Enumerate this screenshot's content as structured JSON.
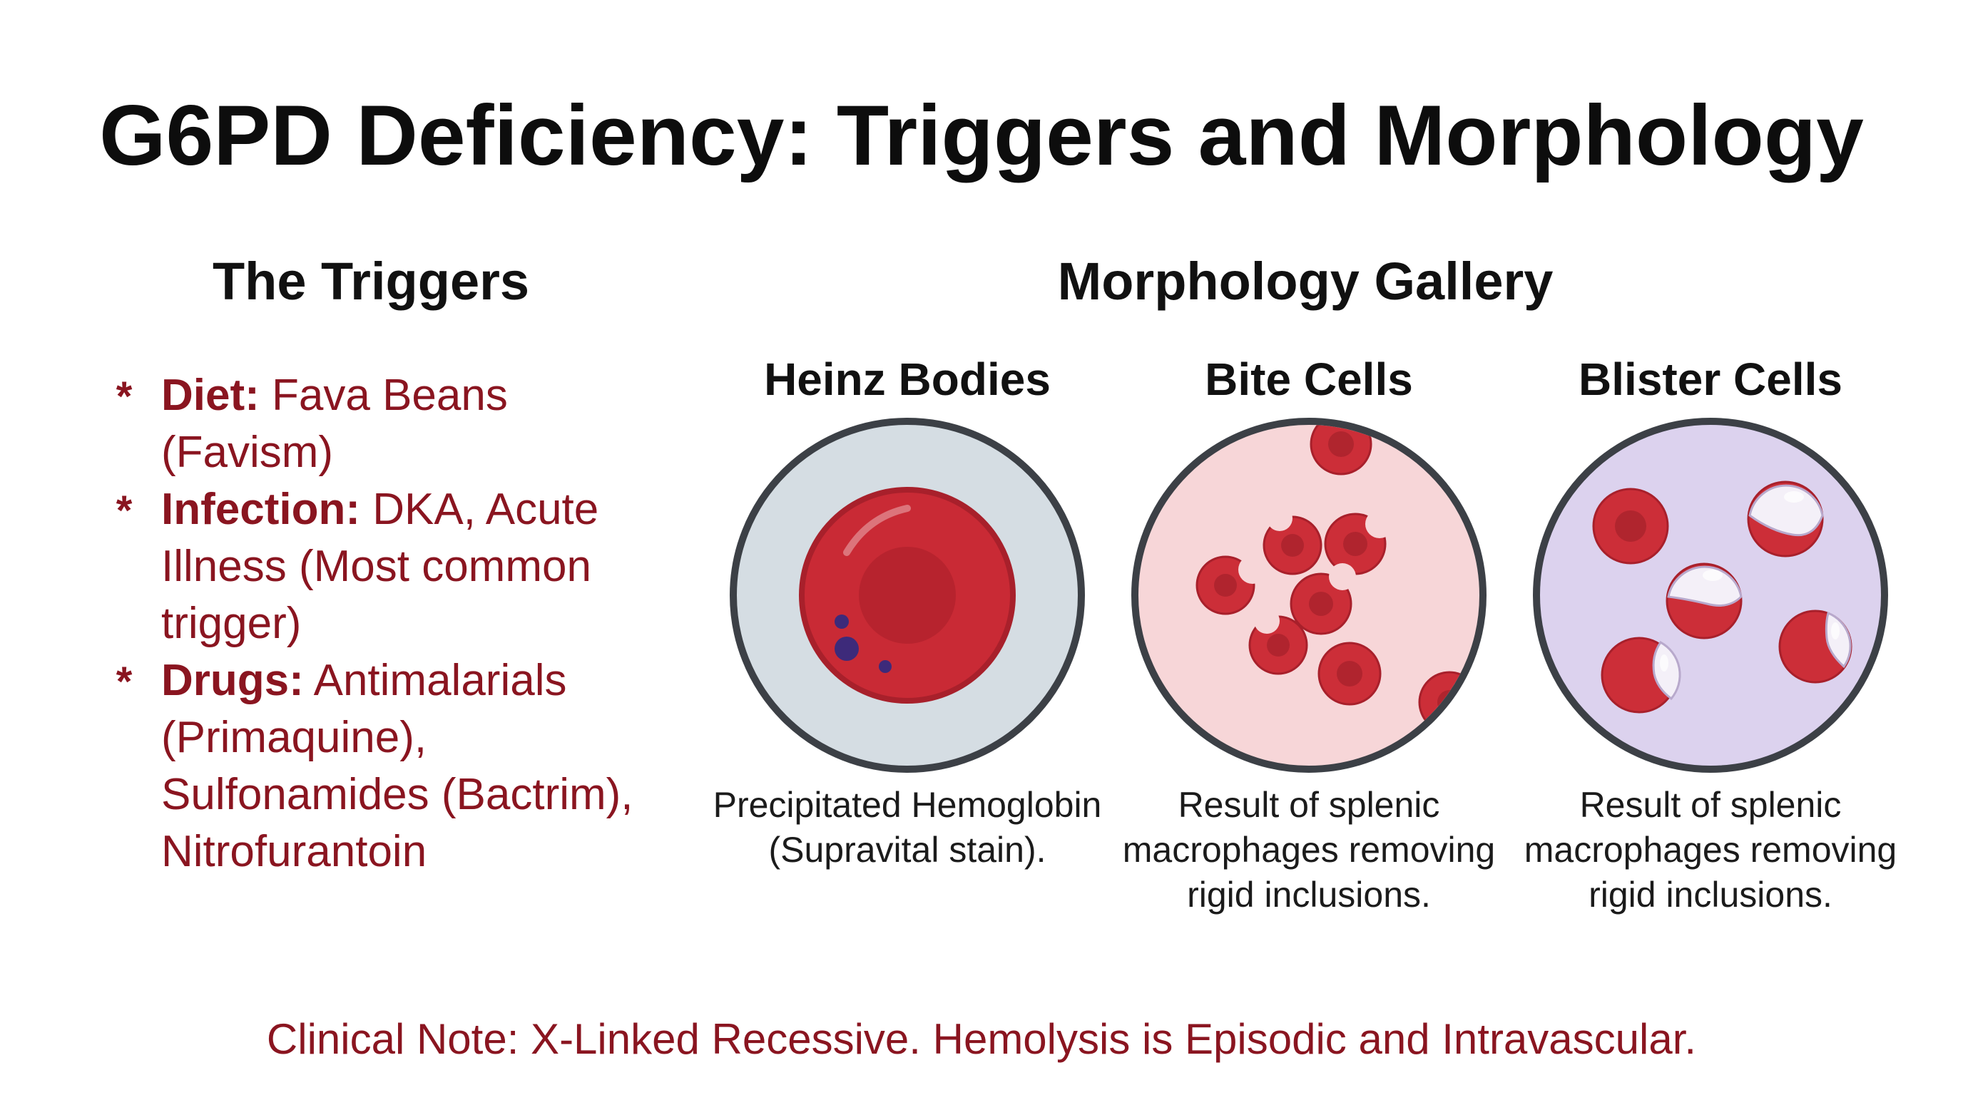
{
  "title": "G6PD Deficiency: Triggers and Morphology",
  "triggers": {
    "heading": "The Triggers",
    "bullet": "*",
    "items": [
      {
        "label": "Diet:",
        "text": " Fava Beans (Favism)"
      },
      {
        "label": "Infection:",
        "text": " DKA, Acute Illness (Most common trigger)"
      },
      {
        "label": "Drugs:",
        "text": " Antimalarials (Primaquine), Sulfonamides (Bactrim), Nitrofurantoin"
      }
    ]
  },
  "gallery": {
    "heading": "Morphology Gallery",
    "panels": [
      {
        "title": "Heinz Bodies",
        "caption": "Precipitated Hemoglobin (Supravital stain).",
        "background": "#d5dde3"
      },
      {
        "title": "Bite Cells",
        "caption": "Result of splenic macrophages removing rigid inclusions.",
        "background": "#f7d6d8"
      },
      {
        "title": "Blister Cells",
        "caption": "Result of splenic macrophages removing rigid inclusions.",
        "background": "#dcd2ee"
      }
    ]
  },
  "clinical_note": "Clinical Note: X-Linked Recessive. Hemolysis is Episodic and Intravascular.",
  "colors": {
    "accent": "#8a1520",
    "cell_red": "#c92a35",
    "cell_dark": "#a8202b",
    "inclusion": "#3d2a7a",
    "ring": "#3c4046"
  }
}
